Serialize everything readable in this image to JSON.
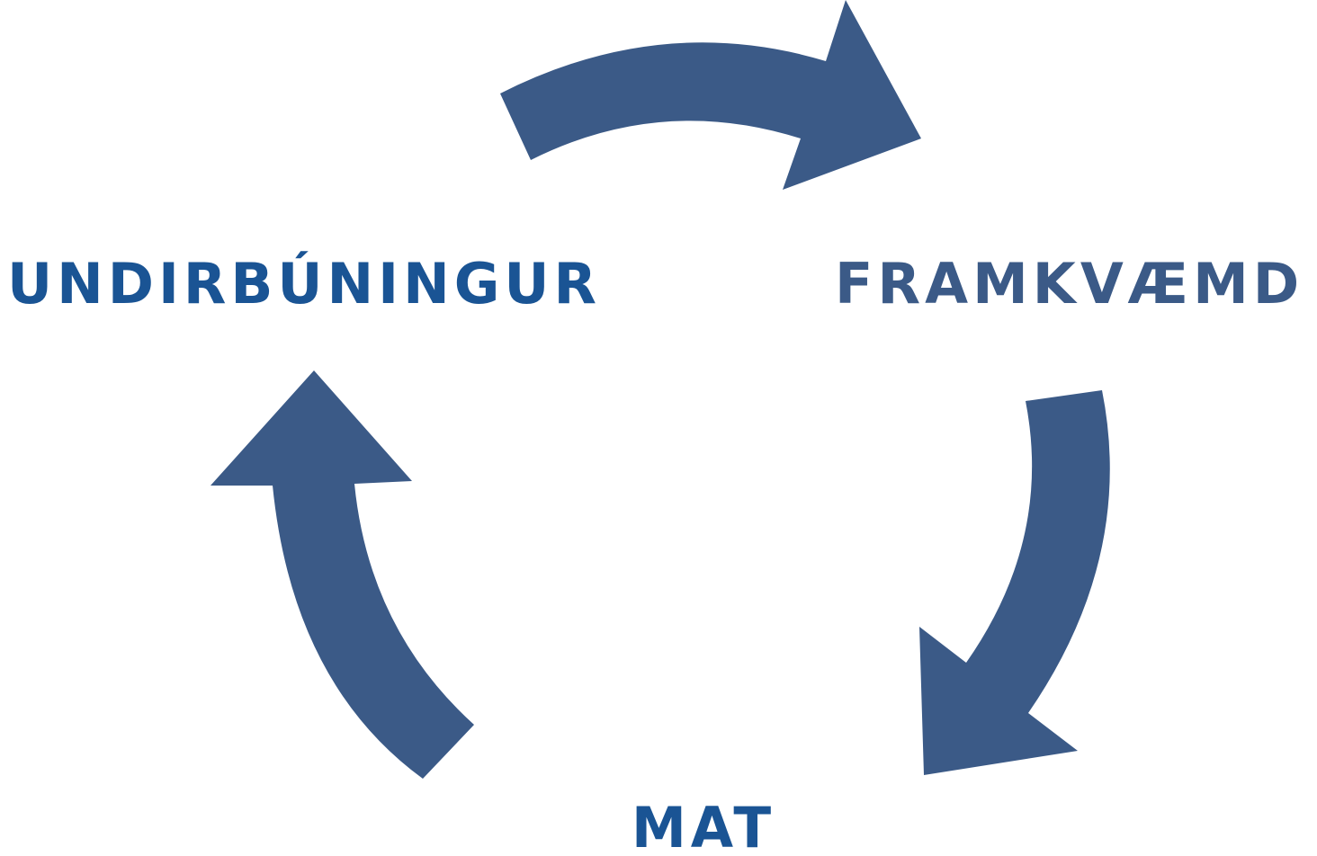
{
  "colors": {
    "arrow": "#3b5a87",
    "label_preparation": "#1a5494",
    "label_execution": "#3b5a87",
    "label_evaluation": "#1a5494"
  },
  "stages": {
    "preparation": "UNDIRBÚNINGUR",
    "execution": "FRAMKVÆMD",
    "evaluation": "MAT"
  }
}
